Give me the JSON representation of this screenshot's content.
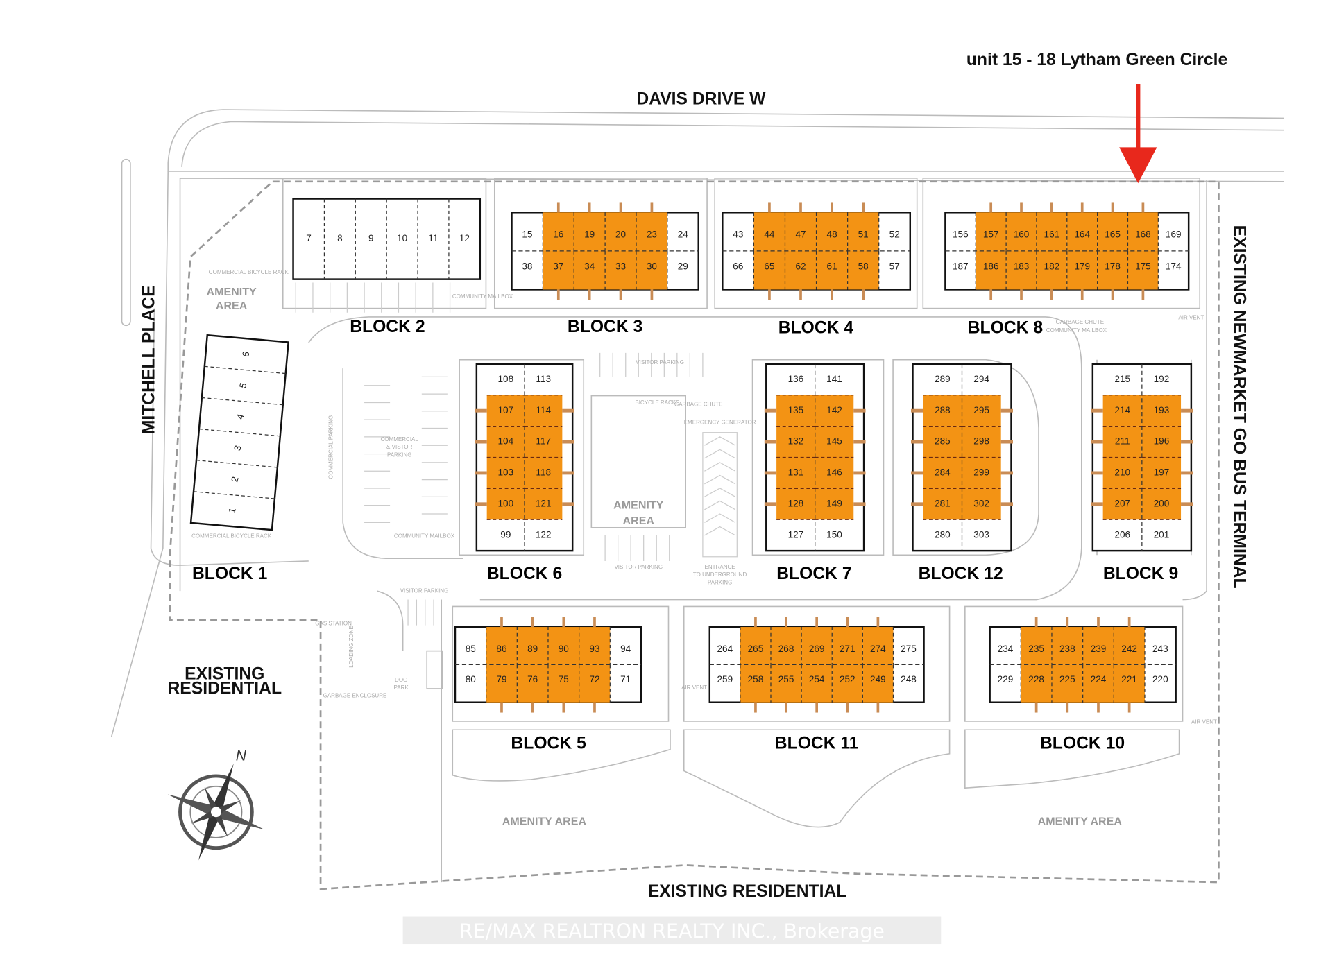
{
  "title": "unit 15 - 18 Lytham Green Circle",
  "roads": {
    "north": "DAVIS DRIVE W",
    "west": "MITCHELL PLACE",
    "east": "EXISTING NEWMARKET GO BUS TERMINAL",
    "south": "EXISTING RESIDENTIAL",
    "southwest": "EXISTING RESIDENTIAL"
  },
  "labels": {
    "amenity": "AMENITY AREA",
    "amenity_line1": "AMENITY",
    "amenity_line2": "AREA",
    "visitor_parking": "VISITOR PARKING",
    "commercial_visitor_parking_1": "COMMERCIAL",
    "commercial_visitor_parking_2": "& VISTOR",
    "commercial_visitor_parking_3": "PARKING",
    "commercial_parking": "COMMERCIAL PARKING",
    "entrance_1": "ENTRANCE",
    "entrance_2": "TO UNDERGROUND",
    "entrance_3": "PARKING",
    "dog_park_1": "DOG",
    "dog_park_2": "PARK",
    "loading_zone": "LOADING ZONE",
    "garbage_enclosure": "GARBAGE ENCLOSURE",
    "gas_station": "GAS STATION",
    "bicycle_racks": "BICYCLE RACKS",
    "garbage_chute": "GARBAGE CHUTE",
    "emergency_generator": "EMERGENCY GENERATOR",
    "community_mailbox": "COMMUNITY MAILBOX",
    "air_vent": "AIR VENT",
    "commercial_bicycle_rack": "COMMERCIAL BICYCLE RACK",
    "existing_residential_1": "EXISTING",
    "existing_residential_2": "RESIDENTIAL",
    "north": "N"
  },
  "watermark": "RE/MAX REALTRON REALTY INC., Brokerage",
  "colors": {
    "highlight": "#F39314",
    "balcony": "#C98C55",
    "outline": "#111111",
    "arrow": "#E8281C"
  },
  "blocks": {
    "b1": {
      "label": "BLOCK 1",
      "units": [
        "1",
        "2",
        "3",
        "4",
        "5",
        "6"
      ],
      "highlighted": []
    },
    "b2": {
      "label": "BLOCK 2",
      "units": [
        "7",
        "8",
        "9",
        "10",
        "11",
        "12"
      ],
      "highlighted": []
    },
    "b3": {
      "label": "BLOCK 3",
      "rows": [
        [
          "15",
          "16",
          "19",
          "20",
          "23",
          "24"
        ],
        [
          "38",
          "37",
          "34",
          "33",
          "30",
          "29"
        ]
      ],
      "highlighted": [
        "16",
        "19",
        "20",
        "23",
        "37",
        "34",
        "33",
        "30"
      ]
    },
    "b4": {
      "label": "BLOCK 4",
      "rows": [
        [
          "43",
          "44",
          "47",
          "48",
          "51",
          "52"
        ],
        [
          "66",
          "65",
          "62",
          "61",
          "58",
          "57"
        ]
      ],
      "highlighted": [
        "44",
        "47",
        "48",
        "51",
        "65",
        "62",
        "61",
        "58"
      ]
    },
    "b8": {
      "label": "BLOCK 8",
      "rows": [
        [
          "156",
          "157",
          "160",
          "161",
          "164",
          "165",
          "168",
          "169"
        ],
        [
          "187",
          "186",
          "183",
          "182",
          "179",
          "178",
          "175",
          "174"
        ]
      ],
      "highlighted": [
        "157",
        "160",
        "161",
        "164",
        "165",
        "168",
        "186",
        "183",
        "182",
        "179",
        "178",
        "175"
      ]
    },
    "b6": {
      "label": "BLOCK 6",
      "cols": [
        [
          "108",
          "107",
          "104",
          "103",
          "100",
          "99"
        ],
        [
          "113",
          "114",
          "117",
          "118",
          "121",
          "122"
        ]
      ],
      "highlighted": [
        "107",
        "104",
        "103",
        "100",
        "114",
        "117",
        "118",
        "121"
      ]
    },
    "b7": {
      "label": "BLOCK 7",
      "cols": [
        [
          "136",
          "135",
          "132",
          "131",
          "128",
          "127"
        ],
        [
          "141",
          "142",
          "145",
          "146",
          "149",
          "150"
        ]
      ],
      "highlighted": [
        "135",
        "132",
        "131",
        "128",
        "142",
        "145",
        "146",
        "149"
      ]
    },
    "b12": {
      "label": "BLOCK 12",
      "cols": [
        [
          "289",
          "288",
          "285",
          "284",
          "281",
          "280"
        ],
        [
          "294",
          "295",
          "298",
          "299",
          "302",
          "303"
        ]
      ],
      "highlighted": [
        "288",
        "285",
        "284",
        "281",
        "295",
        "298",
        "299",
        "302"
      ]
    },
    "b9": {
      "label": "BLOCK 9",
      "cols": [
        [
          "215",
          "214",
          "211",
          "210",
          "207",
          "206"
        ],
        [
          "192",
          "193",
          "196",
          "197",
          "200",
          "201"
        ]
      ],
      "highlighted": [
        "214",
        "211",
        "210",
        "207",
        "193",
        "196",
        "197",
        "200"
      ]
    },
    "b5": {
      "label": "BLOCK 5",
      "rows": [
        [
          "85",
          "86",
          "89",
          "90",
          "93",
          "94"
        ],
        [
          "80",
          "79",
          "76",
          "75",
          "72",
          "71"
        ]
      ],
      "highlighted": [
        "86",
        "89",
        "90",
        "93",
        "79",
        "76",
        "75",
        "72"
      ]
    },
    "b11": {
      "label": "BLOCK 11",
      "rows": [
        [
          "264",
          "265",
          "268",
          "269",
          "271",
          "274",
          "275"
        ],
        [
          "259",
          "258",
          "255",
          "254",
          "252",
          "249",
          "248"
        ]
      ],
      "highlighted": [
        "265",
        "268",
        "269",
        "271",
        "274",
        "258",
        "255",
        "254",
        "252",
        "249"
      ]
    },
    "b10": {
      "label": "BLOCK 10",
      "rows": [
        [
          "234",
          "235",
          "238",
          "239",
          "242",
          "243"
        ],
        [
          "229",
          "228",
          "225",
          "224",
          "221",
          "220"
        ]
      ],
      "highlighted": [
        "235",
        "238",
        "239",
        "242",
        "228",
        "225",
        "224",
        "221"
      ]
    }
  }
}
